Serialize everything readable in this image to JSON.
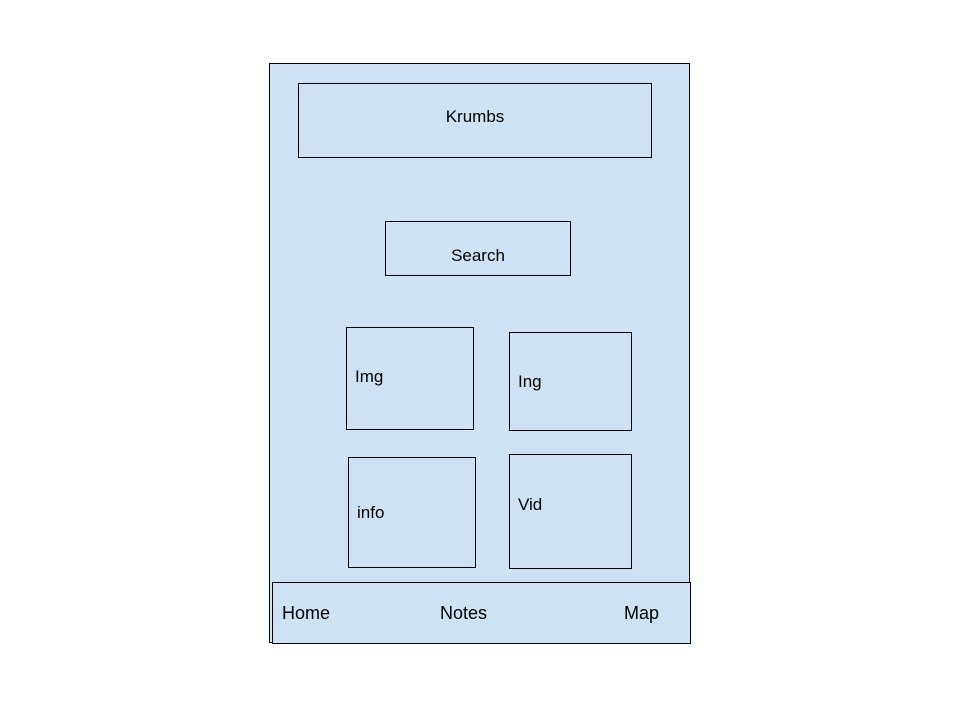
{
  "header": {
    "title": "Krumbs"
  },
  "search": {
    "label": "Search"
  },
  "tiles": [
    {
      "label": "Img"
    },
    {
      "label": "Ing"
    },
    {
      "label": "info"
    },
    {
      "label": "Vid"
    }
  ],
  "nav": {
    "items": [
      {
        "label": "Home"
      },
      {
        "label": "Notes"
      },
      {
        "label": "Map"
      }
    ]
  },
  "colors": {
    "background": "#cfe2f3",
    "border": "#000000",
    "text": "#000000"
  }
}
